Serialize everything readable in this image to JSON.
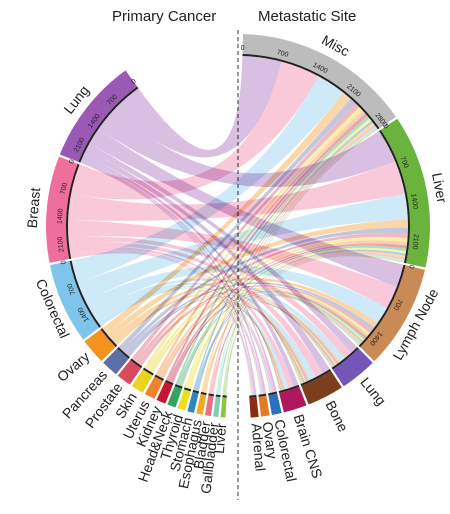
{
  "headers": {
    "left": "Primary Cancer",
    "right": "Metastatic Site"
  },
  "primary_sites": [
    {
      "label": "Lung",
      "value": 2500,
      "color": "#9b59b6",
      "ticks": [
        "0",
        "700",
        "1400",
        "2100"
      ]
    },
    {
      "label": "Breast",
      "value": 2500,
      "color": "#ef6f9c",
      "ticks": [
        "0",
        "700",
        "1400",
        "2100"
      ]
    },
    {
      "label": "Colorectal",
      "value": 1900,
      "color": "#7fc4ea",
      "ticks": [
        "0",
        "700",
        "1400"
      ]
    },
    {
      "label": "Ovary",
      "value": 600,
      "color": "#f2931e",
      "ticks": []
    },
    {
      "label": "Pancreas",
      "value": 400,
      "color": "#5f6da8",
      "ticks": []
    },
    {
      "label": "Prostate",
      "value": 350,
      "color": "#d84a5f",
      "ticks": []
    },
    {
      "label": "Skin",
      "value": 300,
      "color": "#e8d31f",
      "ticks": []
    },
    {
      "label": "Uterus",
      "value": 250,
      "color": "#f0822c",
      "ticks": []
    },
    {
      "label": "Kidney",
      "value": 220,
      "color": "#c4162f",
      "ticks": []
    },
    {
      "label": "Head&Neck",
      "value": 200,
      "color": "#35a35c",
      "ticks": []
    },
    {
      "label": "Thyroid",
      "value": 180,
      "color": "#e9e01a",
      "ticks": []
    },
    {
      "label": "Stomach",
      "value": 160,
      "color": "#2e86c1",
      "ticks": []
    },
    {
      "label": "Esophagus",
      "value": 150,
      "color": "#f5a623",
      "ticks": []
    },
    {
      "label": "Bladder",
      "value": 140,
      "color": "#e9707f",
      "ticks": []
    },
    {
      "label": "Gallbladder",
      "value": 120,
      "color": "#7dcfb6",
      "ticks": []
    },
    {
      "label": "Liver",
      "value": 110,
      "color": "#8cc63f",
      "ticks": []
    }
  ],
  "metastatic_sites": [
    {
      "label": "Misc",
      "value": 2900,
      "color": "#bcbcbc",
      "ticks": [
        "0",
        "700",
        "1400",
        "2100",
        "2800"
      ]
    },
    {
      "label": "Liver",
      "value": 2500,
      "color": "#6ab43e",
      "ticks": [
        "0",
        "700",
        "1400",
        "2100"
      ]
    },
    {
      "label": "Lymph Node",
      "value": 1700,
      "color": "#c98a55",
      "ticks": [
        "0",
        "700",
        "1400"
      ]
    },
    {
      "label": "Lung",
      "value": 600,
      "color": "#7456b6",
      "ticks": []
    },
    {
      "label": "Bone",
      "value": 600,
      "color": "#7b3f1d",
      "ticks": []
    },
    {
      "label": "Brain CNS",
      "value": 380,
      "color": "#b0185e",
      "ticks": []
    },
    {
      "label": "Colorectal",
      "value": 160,
      "color": "#2b6fbf",
      "ticks": []
    },
    {
      "label": "Ovary",
      "value": 140,
      "color": "#e07b26",
      "ticks": []
    },
    {
      "label": "Adrenal",
      "value": 130,
      "color": "#8e2a12",
      "ticks": []
    }
  ]
}
